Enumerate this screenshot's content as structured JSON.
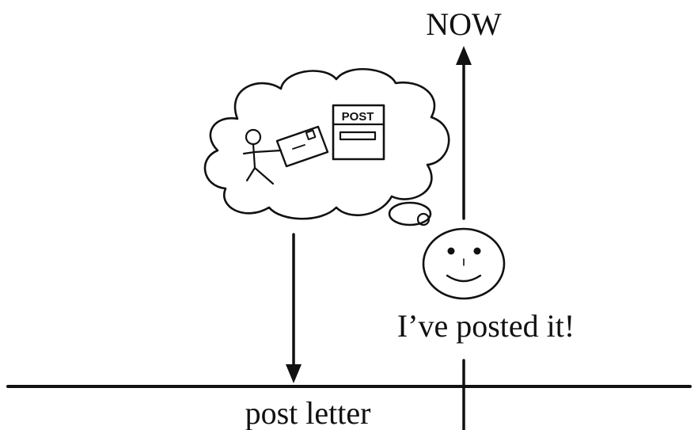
{
  "labels": {
    "now": "NOW",
    "speech": "I’ve posted it!",
    "event": "post letter",
    "post_box": "POST"
  },
  "colors": {
    "ink": "#111111",
    "background": "#ffffff"
  },
  "icons": {
    "thought": "thought-bubble-icon",
    "stick_figure": "stick-figure-icon",
    "letter": "letter-icon",
    "post_box": "post-box-icon",
    "face": "smiley-face-icon"
  }
}
